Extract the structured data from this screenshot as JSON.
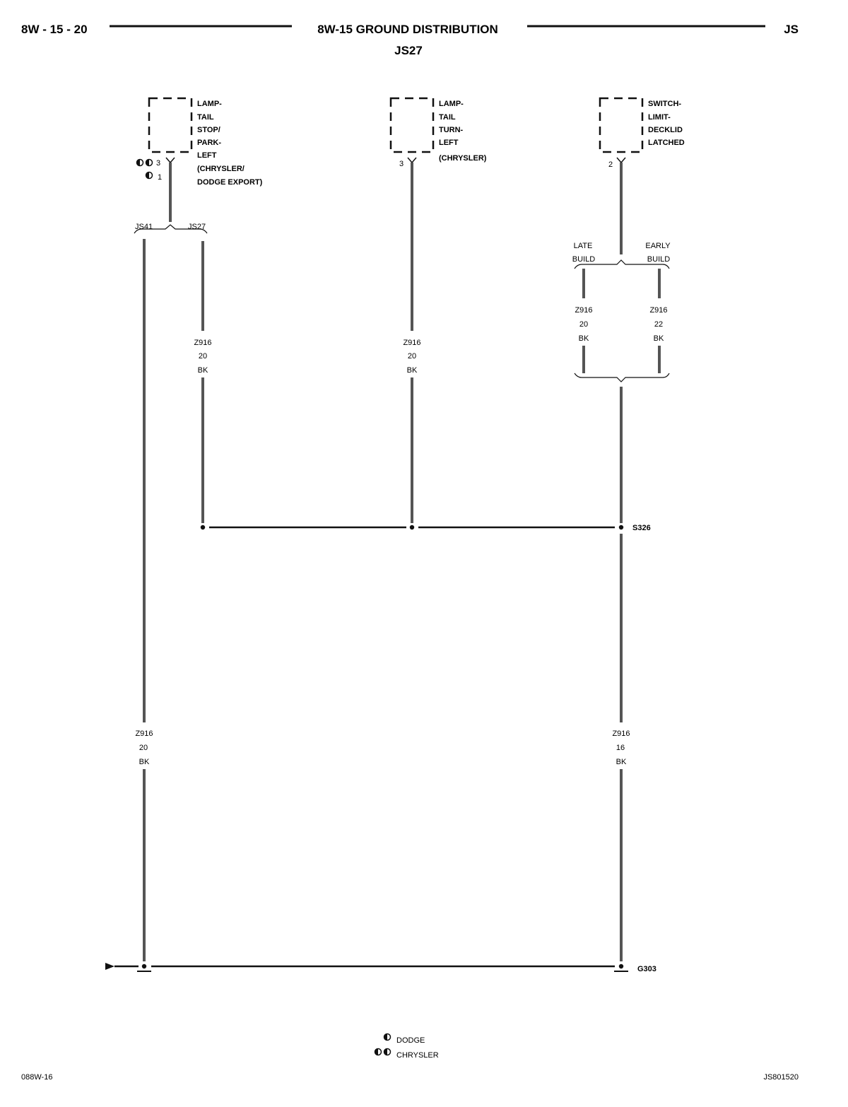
{
  "header": {
    "page_number": "8W - 15 - 20",
    "title": "8W-15 GROUND DISTRIBUTION",
    "subtitle": "JS27",
    "model": "JS"
  },
  "components": {
    "tail_stop_park": {
      "lines": [
        "LAMP-",
        "TAIL",
        "STOP/",
        "PARK-",
        "LEFT",
        "(CHRYSLER/",
        "DODGE EXPORT)"
      ],
      "pin_chrysler": "3",
      "pin_dodge": "1"
    },
    "tail_turn": {
      "lines": [
        "LAMP-",
        "TAIL",
        "TURN-",
        "LEFT",
        "(CHRYSLER)"
      ],
      "pin": "3"
    },
    "deck_switch": {
      "lines": [
        "SWITCH-",
        "LIMIT-",
        "DECKLID",
        "LATCHED"
      ],
      "pin": "2"
    }
  },
  "branches": {
    "left": {
      "a": "JS41",
      "b": "JS27"
    },
    "right": {
      "a_lines": [
        "LATE",
        "BUILD"
      ],
      "b_lines": [
        "EARLY",
        "BUILD"
      ]
    }
  },
  "wires": {
    "js27_branch": {
      "circuit": "Z916",
      "gauge": "20",
      "color": "BK"
    },
    "turn_lamp": {
      "circuit": "Z916",
      "gauge": "20",
      "color": "BK"
    },
    "late_build": {
      "circuit": "Z916",
      "gauge": "20",
      "color": "BK"
    },
    "early_build": {
      "circuit": "Z916",
      "gauge": "22",
      "color": "BK"
    },
    "js41_ground": {
      "circuit": "Z916",
      "gauge": "20",
      "color": "BK"
    },
    "splice_ground": {
      "circuit": "Z916",
      "gauge": "16",
      "color": "BK"
    }
  },
  "splice": {
    "label": "S326"
  },
  "ground": {
    "label": "G303"
  },
  "legend": {
    "dodge": "DODGE",
    "chrysler": "CHRYSLER"
  },
  "footer": {
    "left": "088W-16",
    "right": "JS801520"
  },
  "colors": {
    "wire": "#555555",
    "line": "#111111"
  }
}
